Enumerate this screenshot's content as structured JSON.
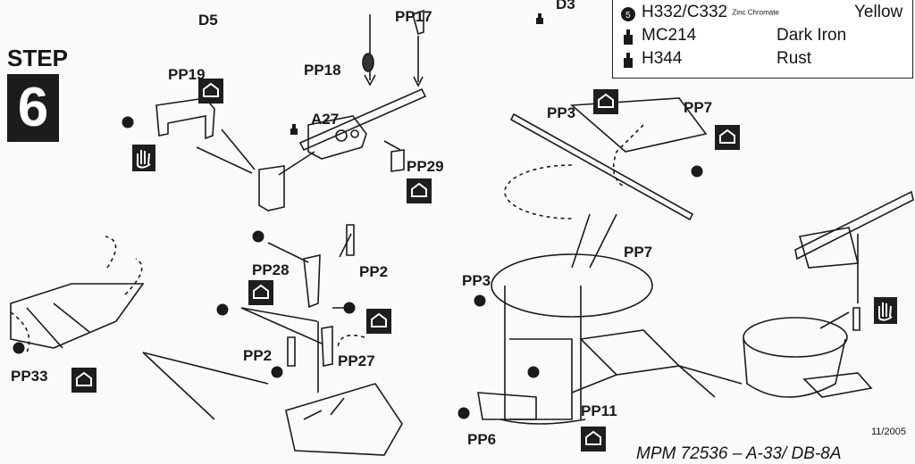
{
  "step": {
    "word": "STEP",
    "number": "6"
  },
  "legend": [
    {
      "icon": "paint-drop-icon",
      "code": "H332/C332",
      "note": "Zinc Chromate",
      "name": "Yellow"
    },
    {
      "icon": "paint-jar-icon",
      "code": "MC214",
      "note": "",
      "name": "Dark Iron"
    },
    {
      "icon": "paint-jar-icon",
      "code": "H344",
      "note": "",
      "name": "Rust"
    }
  ],
  "labels": {
    "d5": "D5",
    "d3": "D3",
    "pp17": "PP17",
    "pp18": "PP18",
    "pp19": "PP19",
    "a27": "A27",
    "pp29": "PP29",
    "pp3_top": "PP3",
    "pp7_top": "PP7",
    "pp7_mid": "PP7",
    "pp3_mid": "PP3",
    "pp28": "PP28",
    "pp2_top": "PP2",
    "pp2_bot": "PP2",
    "pp27": "PP27",
    "pp33": "PP33",
    "pp11": "PP11",
    "pp6": "PP6"
  },
  "footer": {
    "date": "11/2005",
    "code": "MPM 72536 – A-33/ DB-8A"
  }
}
